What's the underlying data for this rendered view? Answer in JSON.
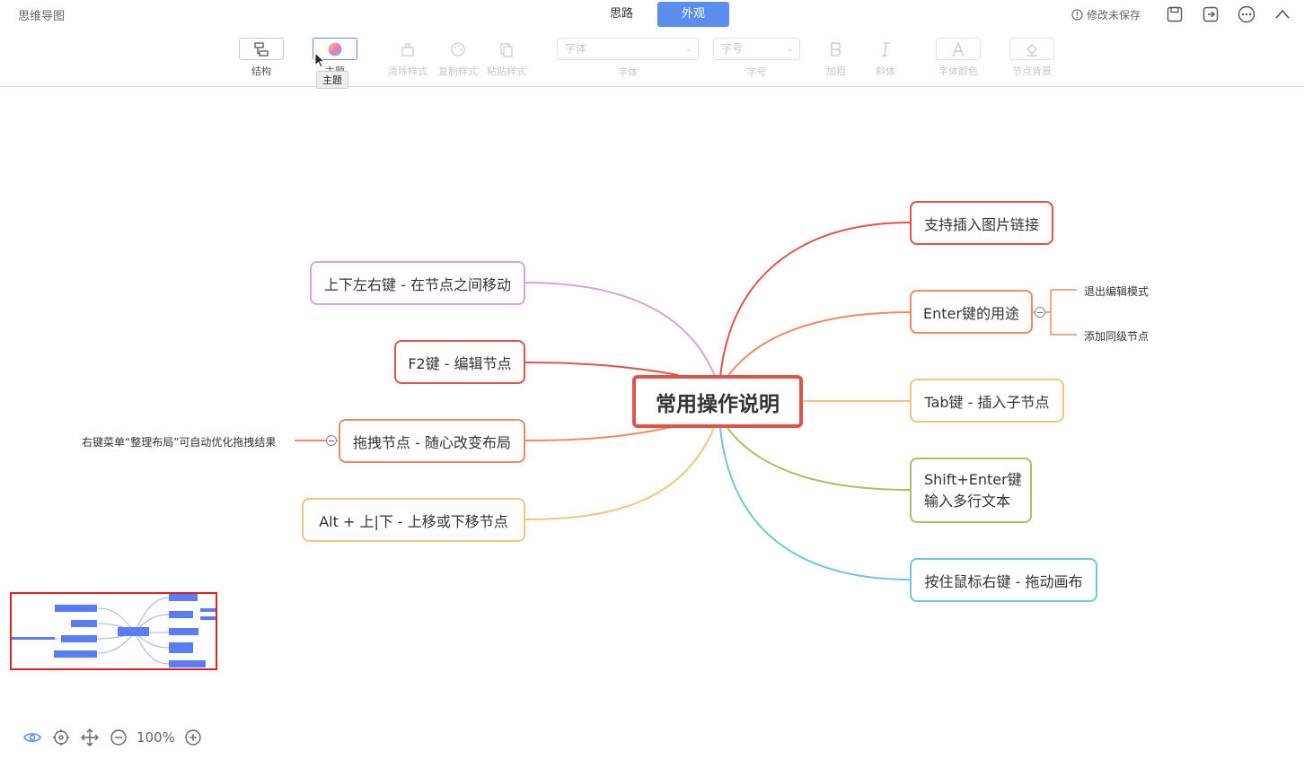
{
  "app": {
    "title": "思维导图",
    "unsaved": "修改未保存"
  },
  "tabs": [
    {
      "label": "思路"
    },
    {
      "label": "外观"
    }
  ],
  "toolbar": {
    "structure": "结构",
    "theme": "主题",
    "clear_style": "清除样式",
    "copy_style": "复制样式",
    "paste_style": "粘贴样式",
    "font_placeholder": "字体",
    "font_label": "字体",
    "size_placeholder": "字号",
    "size_label": "字号",
    "bold": "加粗",
    "italic": "斜体",
    "font_color": "字体颜色",
    "node_bg": "节点背景",
    "tooltip": "主题"
  },
  "colors": {
    "accent": "#5b8def",
    "root_border": "#e0534a",
    "purple": "#d9a1df",
    "red": "#e0534a",
    "orange": "#f08a5d",
    "yellow": "#f6c37a",
    "green": "#a7c25f",
    "blue": "#6ec6e0"
  },
  "mindmap": {
    "root": "常用操作说明",
    "left": [
      {
        "text": "上下左右键 - 在节点之间移动",
        "color": "#d9a1df"
      },
      {
        "text": "F2键 - 编辑节点",
        "color": "#e0534a"
      },
      {
        "text": "拖拽节点 - 随心改变布局",
        "color": "#f08a5d",
        "child": "右键菜单“整理布局”可自动优化拖拽结果"
      },
      {
        "text": "Alt + 上|下  -  上移或下移节点",
        "color": "#f6c37a"
      }
    ],
    "right": [
      {
        "text": "支持插入图片链接",
        "color": "#e0534a"
      },
      {
        "text": "Enter键的用途",
        "color": "#f08a5d",
        "children": [
          "退出编辑模式",
          "添加同级节点"
        ]
      },
      {
        "text": "Tab键 - 插入子节点",
        "color": "#f6c37a"
      },
      {
        "line1": "Shift+Enter键",
        "line2": "输入多行文本",
        "color": "#a7c25f"
      },
      {
        "text": "按住鼠标右键 - 拖动画布",
        "color": "#6ec6e0"
      }
    ]
  },
  "zoom": "100%"
}
